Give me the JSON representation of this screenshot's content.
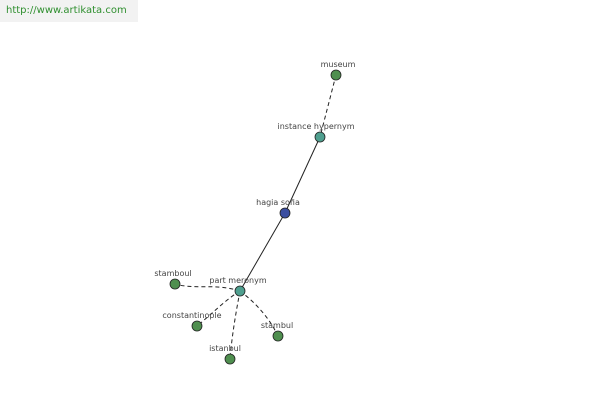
{
  "watermark": "http://www.artikata.com",
  "colors": {
    "leaf": "#4f8f4f",
    "relation": "#4f9f8f",
    "center": "#3b4ea0"
  },
  "nodes": {
    "museum": "museum",
    "instance_hypernym": "instance hypernym",
    "hagia_sofia": "hagia sofia",
    "part_meronym": "part meronym",
    "stamboul": "stamboul",
    "constantinople": "constantinople",
    "stambul": "stambul",
    "istanbul": "istanbul"
  }
}
